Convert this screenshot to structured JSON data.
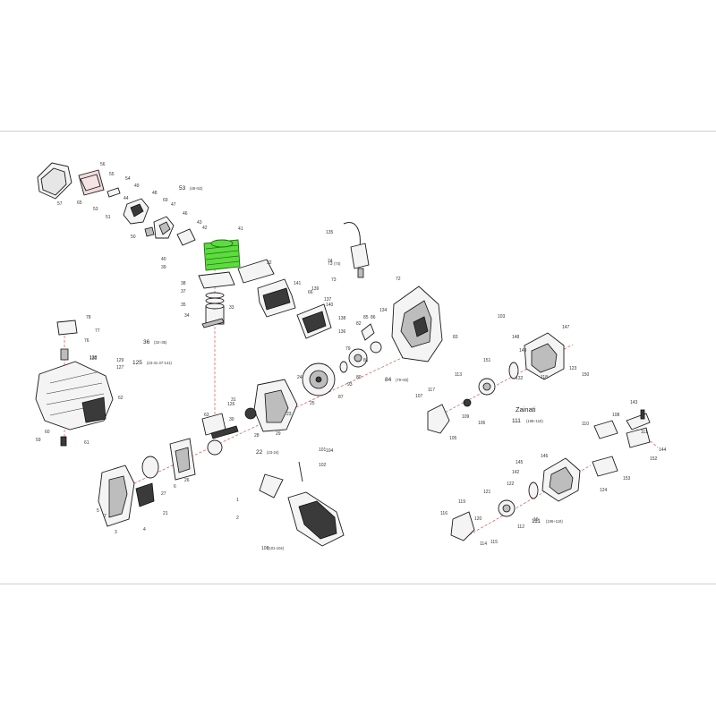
{
  "diagram": {
    "brand": "Zainati",
    "groups": [
      {
        "number": "53",
        "sub": "(48÷52)"
      },
      {
        "number": "36",
        "sub": "(32÷35)"
      },
      {
        "number": "125",
        "sub": "(23-41-37-141)"
      },
      {
        "number": "84",
        "sub": "(79÷83)"
      },
      {
        "number": "22",
        "sub": "(23-24)"
      },
      {
        "number": "111",
        "sub": "(106÷110)"
      },
      {
        "number": "111",
        "sub": "(106÷110)"
      },
      {
        "number": "73",
        "sub": "(74)"
      },
      {
        "number": "108",
        "sub": "(101-104)"
      }
    ],
    "callouts": [
      "56",
      "55",
      "54",
      "49",
      "48",
      "46",
      "47",
      "69",
      "52",
      "51",
      "50",
      "57",
      "65",
      "53",
      "44",
      "43",
      "42",
      "41",
      "40",
      "39",
      "38",
      "37",
      "35",
      "34",
      "33",
      "32",
      "141",
      "66",
      "139",
      "140",
      "137",
      "138",
      "136",
      "135",
      "74",
      "73",
      "72",
      "134",
      "86",
      "85",
      "82",
      "81",
      "80",
      "83",
      "79",
      "93",
      "87",
      "78",
      "77",
      "76",
      "130",
      "129",
      "127",
      "62",
      "60",
      "59",
      "128",
      "61",
      "63",
      "126",
      "31",
      "30",
      "24",
      "25",
      "28",
      "29",
      "23",
      "26",
      "27",
      "21",
      "6",
      "5",
      "7",
      "3",
      "4",
      "1",
      "2",
      "102",
      "101",
      "104",
      "103",
      "148",
      "147",
      "149",
      "123",
      "150",
      "151",
      "113",
      "132",
      "118",
      "117",
      "107",
      "105",
      "106",
      "109",
      "110",
      "108",
      "143",
      "144",
      "152",
      "153",
      "146",
      "145",
      "142",
      "122",
      "121",
      "120",
      "119",
      "116",
      "115",
      "114",
      "124",
      "112",
      "16",
      "111"
    ],
    "highlight_color": "#5ddc3f"
  }
}
